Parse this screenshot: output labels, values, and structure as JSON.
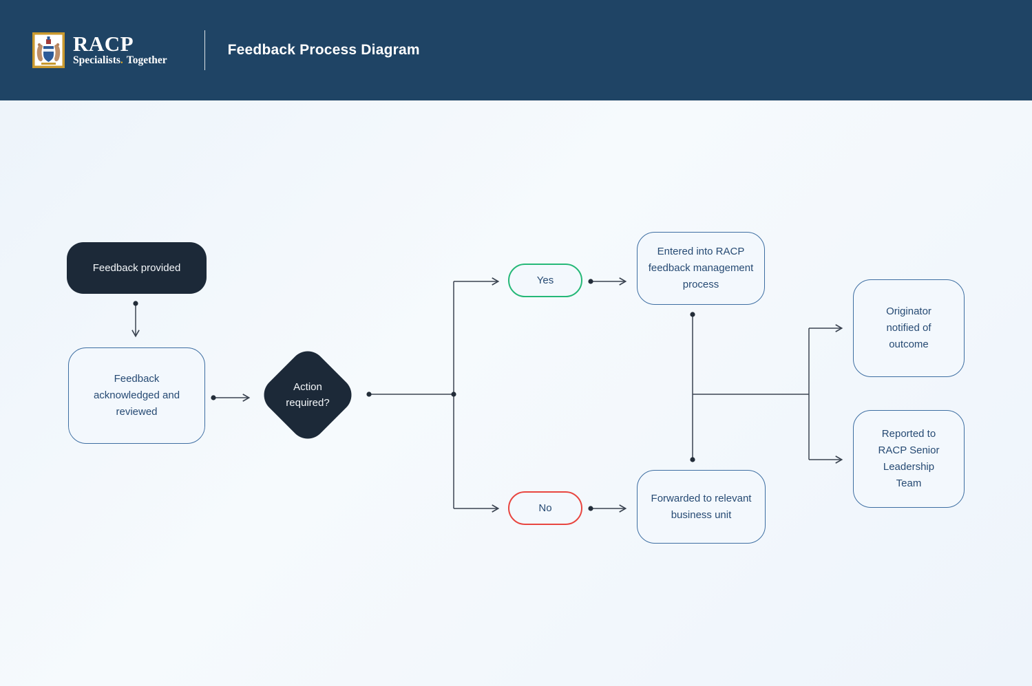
{
  "header": {
    "brand": {
      "name": "RACP",
      "tagline_word": "Specialists",
      "tagline_dot": ".",
      "tagline_rest": "Together",
      "logo": "racp-crest-icon"
    },
    "title": "Feedback Process Diagram"
  },
  "flowchart": {
    "nodes": {
      "start": {
        "label": "Feedback provided",
        "type": "terminator"
      },
      "review": {
        "label": "Feedback acknowledged and reviewed",
        "type": "process"
      },
      "decision": {
        "label": "Action required?",
        "type": "decision"
      },
      "yes": {
        "label": "Yes",
        "type": "branch"
      },
      "no": {
        "label": "No",
        "type": "branch"
      },
      "entered": {
        "label": "Entered into RACP feedback management process",
        "type": "process"
      },
      "forwarded": {
        "label": "Forwarded to relevant business unit",
        "type": "process"
      },
      "originator": {
        "label": "Originator notified of outcome",
        "type": "process"
      },
      "reported": {
        "label": "Reported to RACP Senior Leadership Team",
        "type": "process"
      }
    },
    "edges": [
      "start -> review",
      "review -> decision",
      "decision -> yes",
      "decision -> no",
      "yes -> entered",
      "no -> forwarded",
      "entered -> originator",
      "entered -> reported",
      "forwarded -> originator",
      "forwarded -> reported"
    ],
    "colors": {
      "header_bg": "#1f4465",
      "gold_accent": "#d9a627",
      "dark_node_fill": "#1c2938",
      "light_node_border": "#3c6da1",
      "light_node_fill": "#f3f8fd",
      "node_text": "#264a73",
      "yes_green": "#25b877",
      "no_red": "#e8453f",
      "connector": "#3a4350"
    }
  }
}
